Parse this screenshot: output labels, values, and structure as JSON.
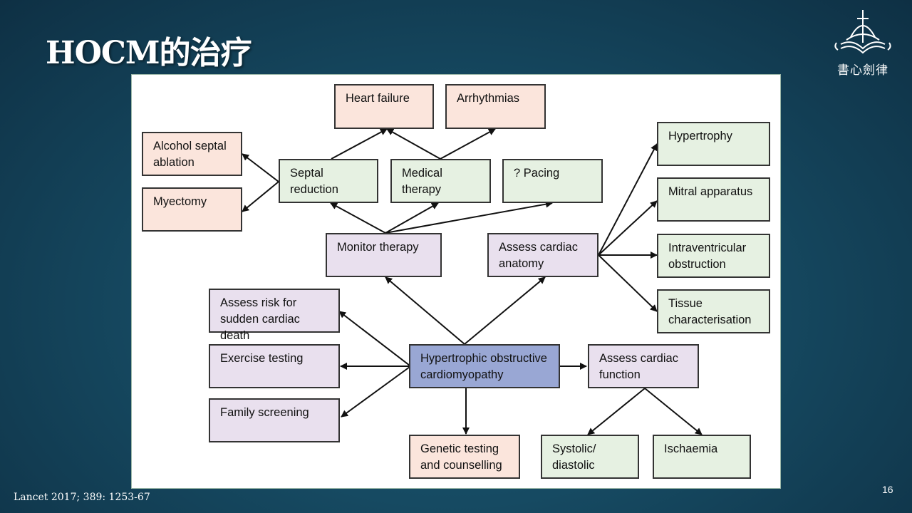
{
  "slide": {
    "title": "HOCM的治疗",
    "page_number": "16",
    "citation": "Lancet 2017; 389: 1253-67",
    "logo_text": "書心劍律"
  },
  "diagram": {
    "heart_failure": "Heart failure",
    "arrhythmias": "Arrhythmias",
    "alcohol_septal_ablation": "Alcohol septal\nablation",
    "myectomy": "Myectomy",
    "septal_reduction": "Septal\nreduction",
    "medical_therapy": "Medical therapy",
    "pacing": "? Pacing",
    "monitor_therapy": "Monitor therapy",
    "assess_cardiac_anatomy": "Assess cardiac\nanatomy",
    "hypertrophy": "Hypertrophy",
    "mitral_apparatus": "Mitral apparatus",
    "intraventricular_obstruction": "Intraventricular\nobstruction",
    "tissue_characterisation": "Tissue\ncharacterisation",
    "assess_risk_scd": "Assess risk for\nsudden cardiac death",
    "exercise_testing": "Exercise testing",
    "family_screening": "Family screening",
    "hocm": "Hypertrophic obstructive\ncardiomyopathy",
    "assess_cardiac_function": "Assess cardiac\nfunction",
    "genetic_testing": "Genetic testing\nand counselling",
    "systolic_diastolic": "Systolic/\ndiastolic",
    "ischaemia": "Ischaemia"
  },
  "colors": {
    "complication": "#fbe5dc",
    "intervention": "#e6f1e2",
    "assessment": "#e9e0ee",
    "center": "#99a7d4"
  }
}
